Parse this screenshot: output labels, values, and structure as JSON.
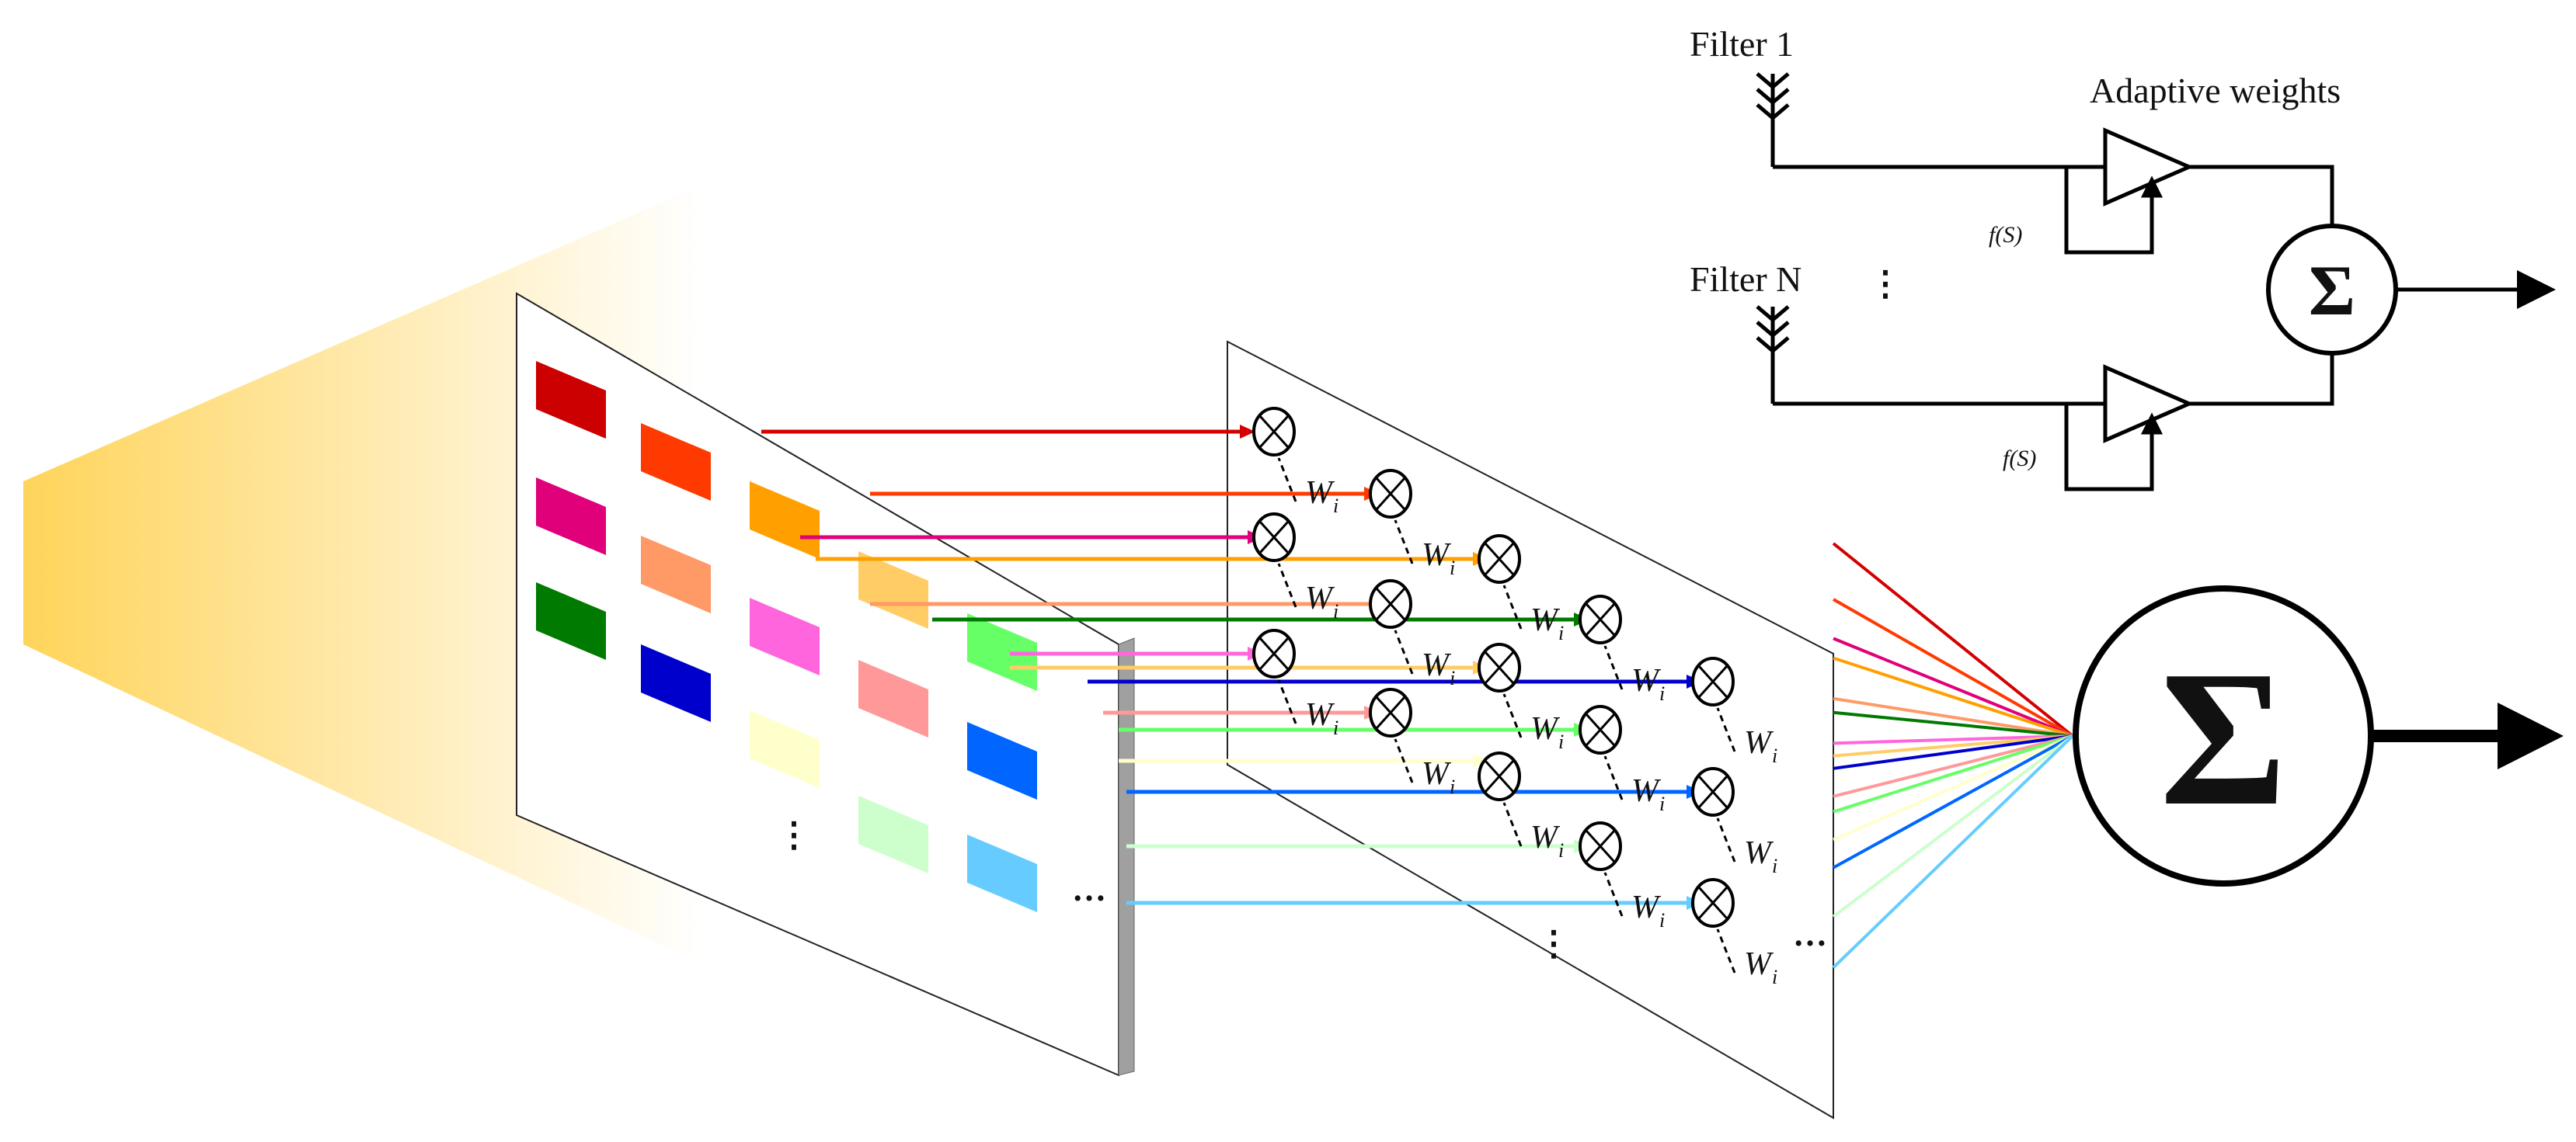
{
  "adaptive_filter": {
    "filter_1_label": "Filter 1",
    "filter_n_label": "Filter N",
    "adaptive_weights_label": "Adaptive weights",
    "feedback_label_top": "f(S)",
    "feedback_label_bottom": "f(S)",
    "sum_symbol": "Σ",
    "vertical_ellipsis": "⋮"
  },
  "filter_panel": {
    "swatches": [
      {
        "color": "#cc0000"
      },
      {
        "color": "#ff3a00"
      },
      {
        "color": "#e0007a"
      },
      {
        "color": "#ffa000"
      },
      {
        "color": "#ff9966"
      },
      {
        "color": "#007a00"
      },
      {
        "color": "#ff66dd"
      },
      {
        "color": "#ffcc66"
      },
      {
        "color": "#0000cc"
      },
      {
        "color": "#ff9999"
      },
      {
        "color": "#66ff66"
      },
      {
        "color": "#ffffcc"
      },
      {
        "color": "#0066ff"
      },
      {
        "color": "#ccffcc"
      },
      {
        "color": "#66ccff"
      }
    ],
    "vertical_ellipsis": "⋮",
    "horizontal_ellipsis": "…"
  },
  "weight_panel": {
    "weight_symbol": "W",
    "weight_subscript": "i",
    "vertical_ellipsis": "⋮",
    "horizontal_ellipsis": "…"
  },
  "output": {
    "sum_symbol": "Σ"
  },
  "colors": {
    "light_gradient_start": "#ffd45a",
    "panel_edge": "#a0a0a0",
    "line": "#000000"
  }
}
